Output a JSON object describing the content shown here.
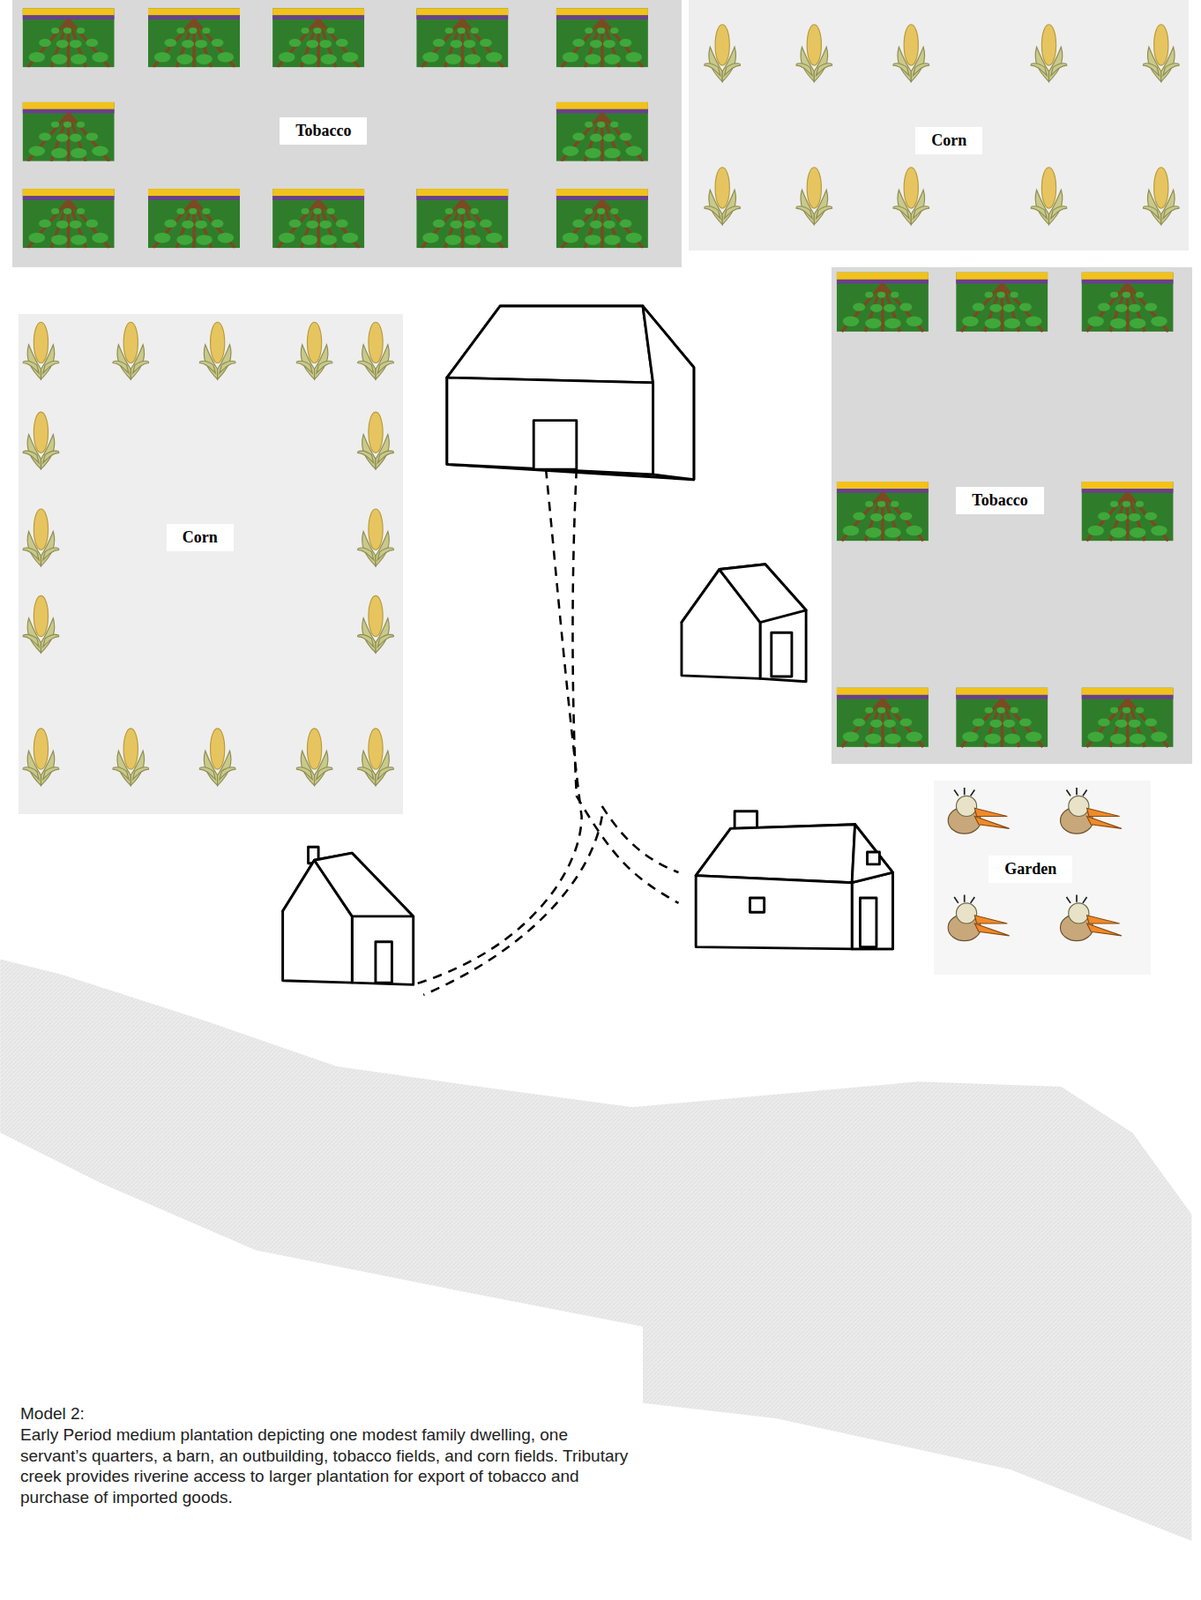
{
  "diagram": {
    "title": "Model 2:",
    "caption": "Early Period medium plantation depicting one modest family dwelling, one servant’s quarters, a barn, an outbuilding, tobacco fields, and corn fields. Tributary creek provides riverine access to larger plantation for export of tobacco and purchase of imported goods.",
    "nodes": [
      {
        "text": [
          "Tobacco"
        ]
      },
      {
        "text": [
          "Corn"
        ]
      },
      {
        "text": [
          "Corn"
        ]
      },
      {
        "text": [
          "Tobacco"
        ]
      },
      {
        "text": [
          "Garden"
        ]
      }
    ]
  }
}
